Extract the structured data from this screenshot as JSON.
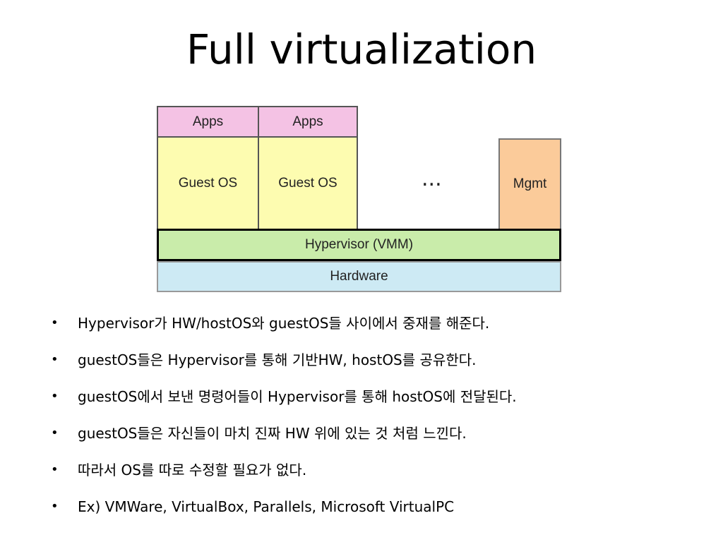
{
  "title": "Full virtualization",
  "diagram": {
    "apps_1": "Apps",
    "apps_2": "Apps",
    "guest_os_1": "Guest OS",
    "guest_os_2": "Guest OS",
    "ellipsis": "...",
    "mgmt": "Mgmt",
    "hypervisor": "Hypervisor (VMM)",
    "hardware": "Hardware",
    "colors": {
      "apps": "#f4c2e4",
      "guest_os": "#fdfcb0",
      "mgmt": "#fbcb9a",
      "hypervisor": "#c9ecaa",
      "hardware": "#cdeaf4"
    }
  },
  "bullets": [
    "Hypervisor가 HW/hostOS와 guestOS들 사이에서 중재를 해준다.",
    "guestOS들은 Hypervisor를 통해 기반HW, hostOS를 공유한다.",
    "guestOS에서 보낸 명령어들이 Hypervisor를 통해 hostOS에 전달된다.",
    "guestOS들은 자신들이 마치 진짜 HW 위에 있는 것 처럼 느낀다.",
    "따라서 OS를 따로 수정할 필요가 없다.",
    "Ex) VMWare, VirtualBox, Parallels, Microsoft VirtualPC"
  ]
}
